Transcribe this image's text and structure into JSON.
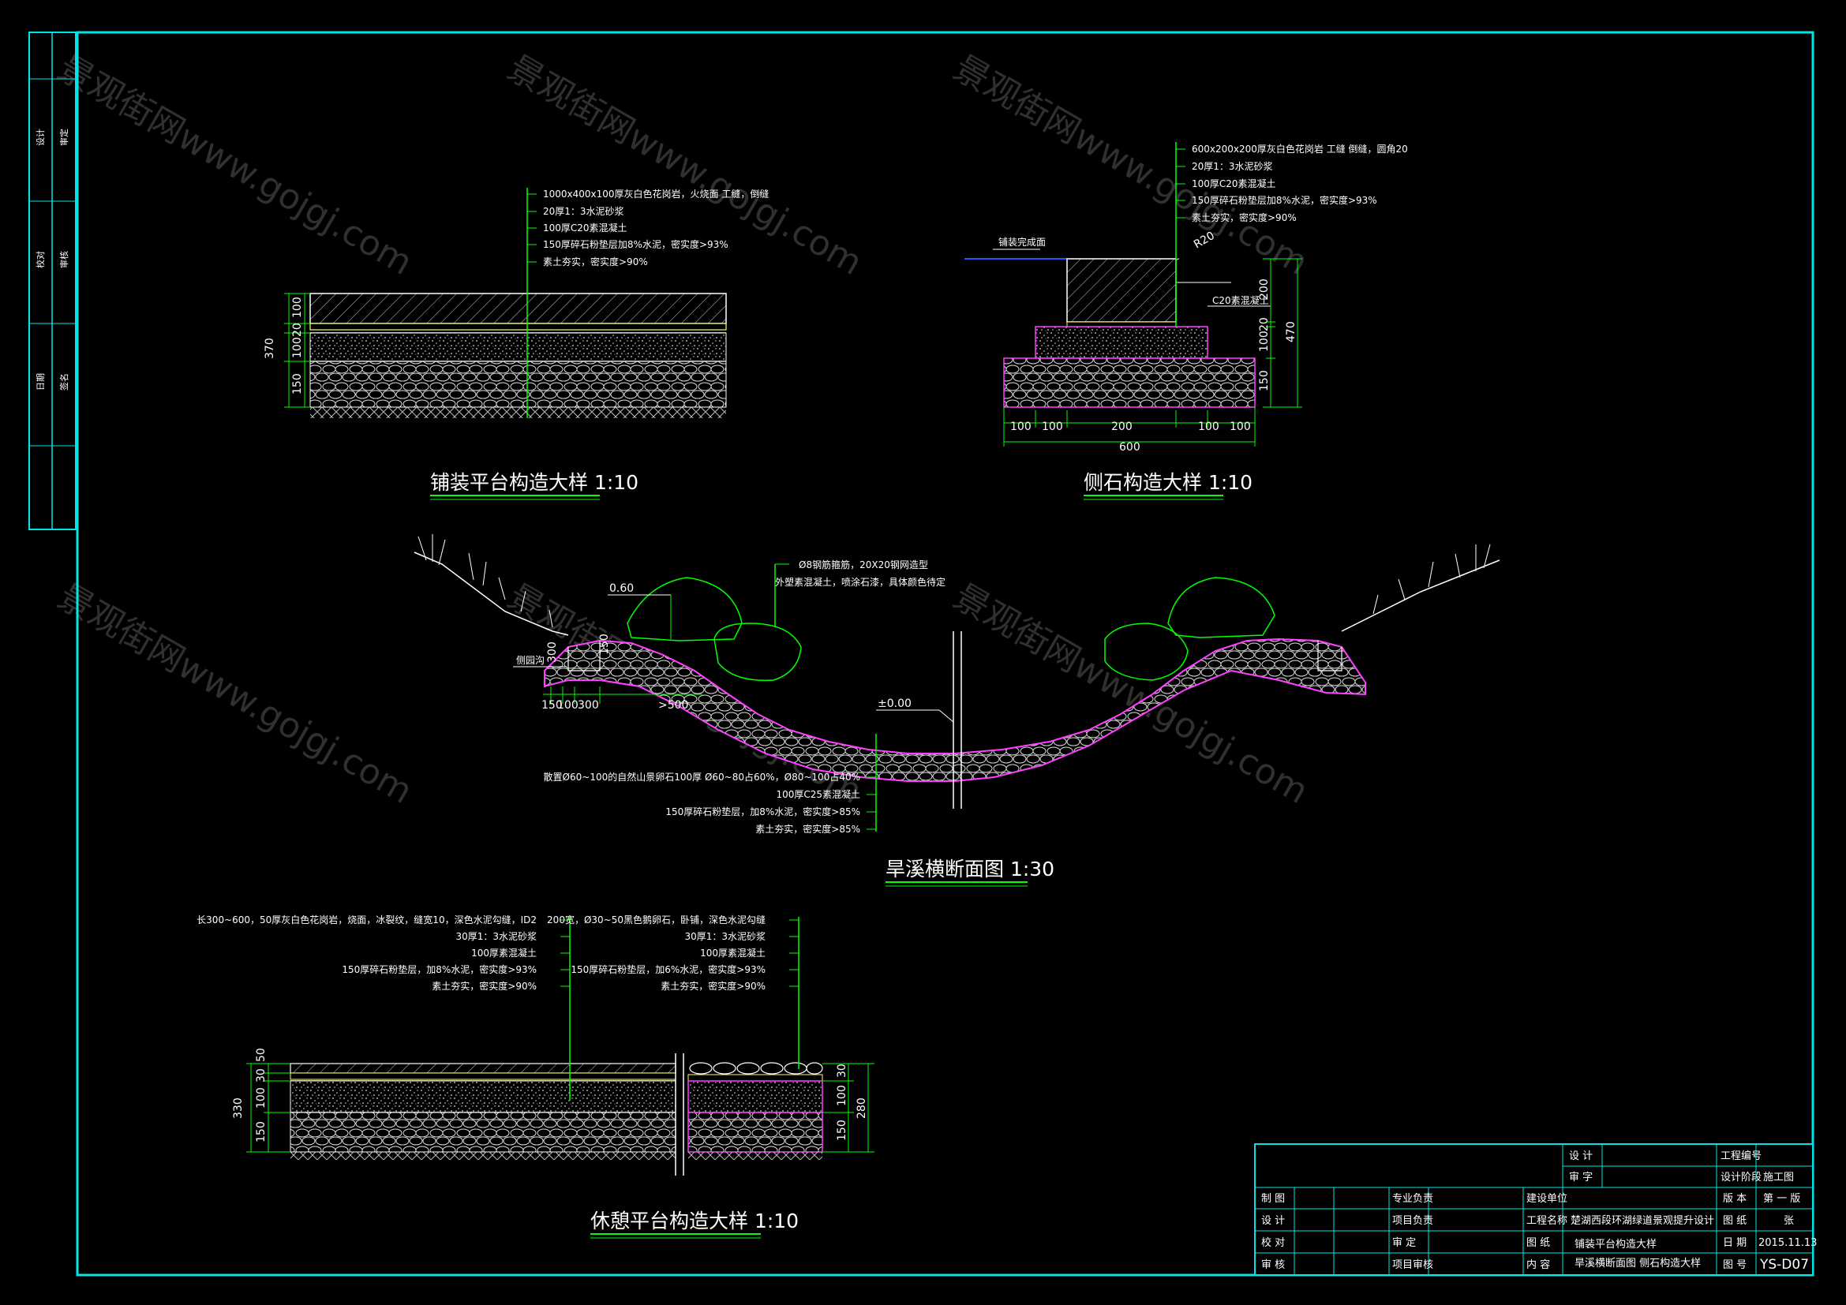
{
  "colors": {
    "frame": "#00e5e5",
    "leader": "#00ff00",
    "layer": "#ff40ff",
    "hatch": "#ffffff",
    "ground": "#ffff66",
    "water": "#3050ff"
  },
  "watermark": {
    "text": "景观街网www.gojgj.com"
  },
  "left_strip": {
    "labels": [
      "设计",
      "审定",
      "校对",
      "审核",
      "日期",
      "签名"
    ]
  },
  "paving_detail": {
    "title": "铺装平台构造大样 1:10",
    "notes": [
      "1000x400x100厚灰白色花岗岩，火烧面 工缝，倒缝",
      "20厚1：3水泥砂浆",
      "100厚C20素混凝土",
      "150厚碎石粉垫层加8%水泥，密实度>93%",
      "素土夯实，密实度>90%"
    ],
    "dims": [
      "100",
      "20",
      "100",
      "150",
      "370"
    ]
  },
  "curb_detail": {
    "title": "侧石构造大样 1:10",
    "notes": [
      "600x200x200厚灰白色花岗岩 工缝 倒缝，圆角20",
      "20厚1：3水泥砂浆",
      "100厚C20素混凝土",
      "150厚碎石粉垫层加8%水泥，密实度>93%",
      "素土夯实，密实度>90%"
    ],
    "labels": [
      "铺装完成面",
      "R20",
      "C20素混凝土"
    ],
    "dims_bottom": [
      "100",
      "100",
      "200",
      "100",
      "100",
      "600"
    ],
    "dims_right": [
      "200",
      "20",
      "100",
      "150",
      "470"
    ]
  },
  "creek_section": {
    "title": "旱溪横断面图 1:30",
    "notes_top": [
      "Ø8钢筋箍筋，20X20钢网造型",
      "外塑素混凝土，喷涂石漆，具体颜色待定"
    ],
    "notes_bottom": [
      "散置Ø60~100的自然山景卵石100厚 Ø60~80占60%，Ø80~100占40%",
      "100厚C25素混凝土",
      "150厚碎石粉垫层，加8%水泥，密实度>85%",
      "素土夯实，密实度>85%"
    ],
    "labels": [
      "0.60",
      "侧园沟",
      "±0.00"
    ],
    "dims": [
      "300",
      "150",
      "150",
      "100",
      "300",
      ">500"
    ]
  },
  "rest_detail": {
    "title": "休憩平台构造大样 1:10",
    "notes_left": [
      "长300~600，50厚灰白色花岗岩，烧面，冰裂纹，缝宽10，深色水泥勾缝，ID2",
      "30厚1：3水泥砂浆",
      "100厚素混凝土",
      "150厚碎石粉垫层，加8%水泥，密实度>93%",
      "素土夯实，密实度>90%"
    ],
    "notes_right": [
      "200宽，Ø30~50黑色鹅卵石，卧铺，深色水泥勾缝",
      "30厚1：3水泥砂浆",
      "100厚素混凝土",
      "150厚碎石粉垫层，加6%水泥，密实度>93%",
      "素土夯实，密实度>90%"
    ],
    "dims_left": [
      "50",
      "30",
      "100",
      "150",
      "330"
    ],
    "dims_right": [
      "30",
      "100",
      "150",
      "280"
    ]
  },
  "title_block": {
    "design": "设 计",
    "proofread": "审 字",
    "stage_label": "设计阶段",
    "stage_value": "施工图",
    "project_no_label": "工程编号",
    "rows_left": [
      [
        "制 图",
        "专业负责"
      ],
      [
        "设 计",
        "项目负责"
      ],
      [
        "校 对",
        "审 定"
      ],
      [
        "审 核",
        "项目审核"
      ]
    ],
    "client_label": "建设单位",
    "project_label": "工程名称",
    "project_name": "楚湖西段环湖绿道景观提升设计",
    "drawing_label": "图 纸",
    "content_label": "内 容",
    "drawing_name_1": "铺装平台构造大样",
    "drawing_name_2": "旱溪横断面图   侧石构造大样",
    "version_label": "版 本",
    "version_value": "第 一 版",
    "total_label": "图 纸",
    "total_value": "张",
    "date_label": "日 期",
    "date_value": "2015.11.13",
    "sheet_label": "图 号",
    "sheet_value": "YS-D07"
  }
}
